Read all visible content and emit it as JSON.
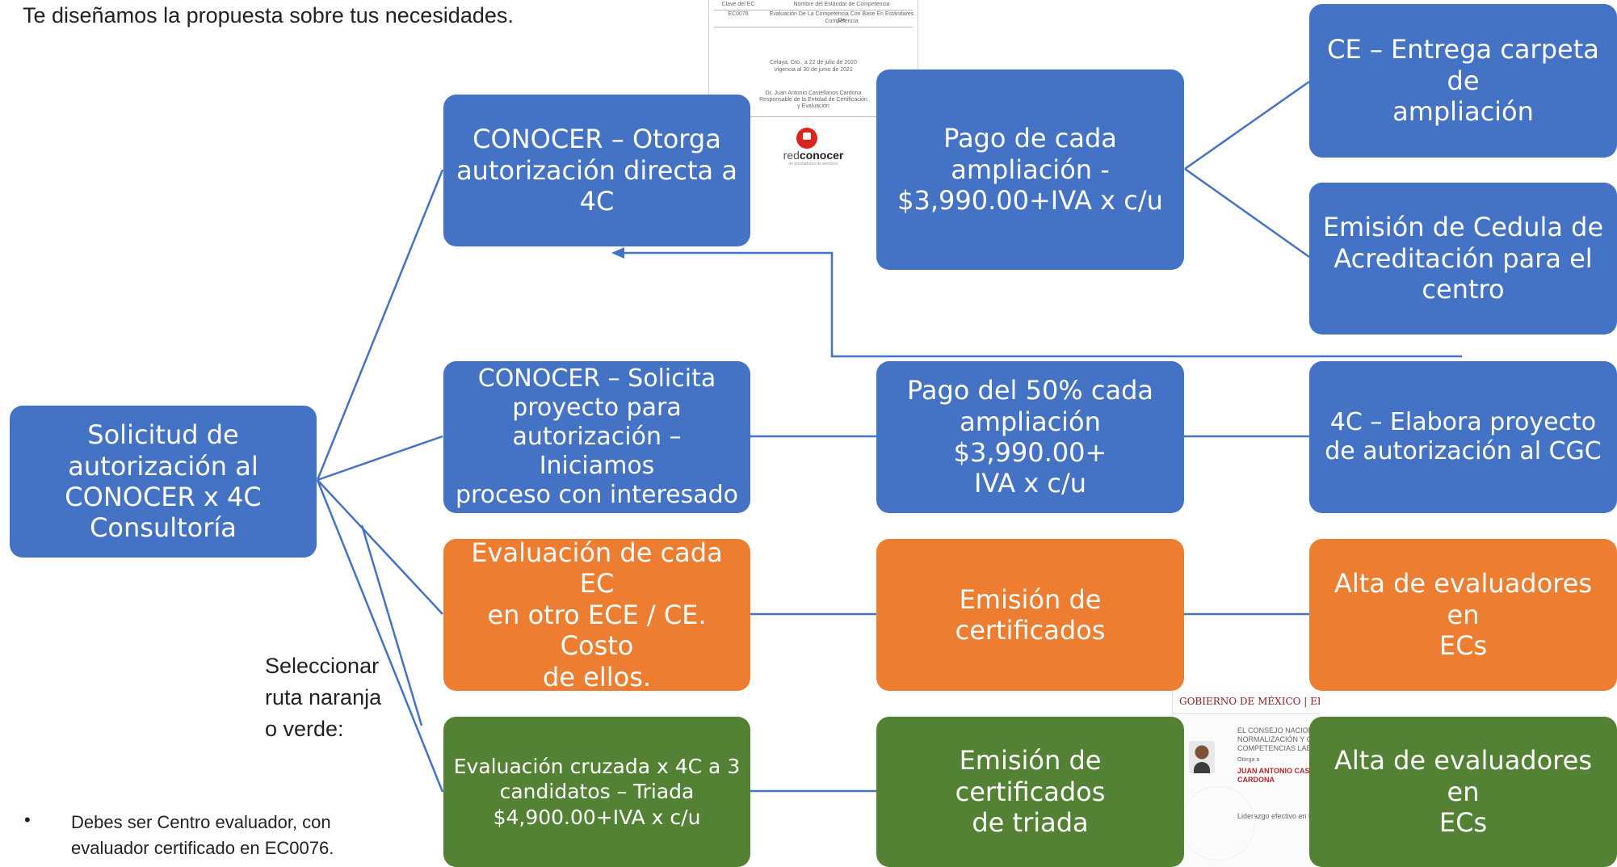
{
  "header": {
    "text": "Te diseñamos la propuesta sobre tus necesidades."
  },
  "colors": {
    "blue": "#4472C4",
    "orange": "#ED7D31",
    "green": "#548235",
    "connector": "#4472C4"
  },
  "root": {
    "lines": [
      "Solicitud de",
      "autorización al",
      "CONOCER x 4C",
      "Consultoría"
    ]
  },
  "column1": [
    {
      "lines": [
        "CONOCER – Otorga",
        "autorización directa a",
        "4C"
      ]
    },
    {
      "lines": [
        "CONOCER – Solicita",
        "proyecto para",
        "autorización – Iniciamos",
        "proceso con interesado"
      ]
    },
    {
      "lines": [
        "Evaluación de cada EC",
        "en otro ECE / CE. Costo",
        "de ellos."
      ]
    },
    {
      "lines": [
        "Evaluación cruzada x 4C a 3",
        "candidatos – Triada",
        "$4,900.00+IVA x c/u"
      ]
    }
  ],
  "column2": [
    {
      "lines": [
        "Pago de cada",
        "ampliación -",
        "$3,990.00+IVA x c/u"
      ]
    },
    {
      "lines": [
        "Pago del 50% cada",
        "ampliación $3,990.00+",
        "IVA x c/u"
      ]
    },
    {
      "lines": [
        "Emisión de certificados"
      ]
    },
    {
      "lines": [
        "Emisión de certificados",
        "de triada"
      ]
    }
  ],
  "column3": [
    {
      "lines": [
        "CE – Entrega carpeta de",
        "ampliación"
      ]
    },
    {
      "lines": [
        "Emisión de Cedula de",
        "Acreditación para el",
        "centro"
      ]
    },
    {
      "lines": [
        "4C – Elabora proyecto",
        "de autorización al CGC"
      ]
    },
    {
      "lines": [
        "Alta de evaluadores en",
        "ECs"
      ]
    },
    {
      "lines": [
        "Alta de evaluadores en",
        "ECs"
      ]
    }
  ],
  "route_note": {
    "lines": [
      "Seleccionar",
      "ruta naranja",
      "o verde:"
    ]
  },
  "bullet": {
    "symbol": "•",
    "lines": [
      "Debes ser Centro evaluador, con",
      "evaluador certificado en EC0076."
    ]
  },
  "certificate_document": {
    "table_header": [
      "Clave del EC",
      "Nombre del Estándar de Competencia"
    ],
    "table_row": [
      "EC0076",
      "Evaluación De La Competencia Con Base En Estándares De",
      "Competencia"
    ],
    "place_date": "Celaya, Gto., a 22 de julio de 2020",
    "validity": "Vigencia al 30 de junio de 2021",
    "signer": "Dr. Juan Antonio Castellanos Cardona",
    "role_lines": [
      "Responsable de la Entidad de Certificación",
      "y Evaluación"
    ],
    "logo_red": "red",
    "logo_conocer": "conocer",
    "logo_sub": "de prestadores de servicios"
  },
  "certificate_image": {
    "header": "GOBIERNO DE MÉXICO | EDUCACIÓN | conocer",
    "lines": [
      "EL CONSEJO NACIONA",
      "NORMALIZACIÓN Y CE",
      "COMPETENCIAS LABO"
    ],
    "grant": "Otorga a",
    "name_lines": [
      "JUAN ANTONIO CAS",
      "CARDONA"
    ],
    "detail": "Liderazgo efectivo en las orga"
  }
}
